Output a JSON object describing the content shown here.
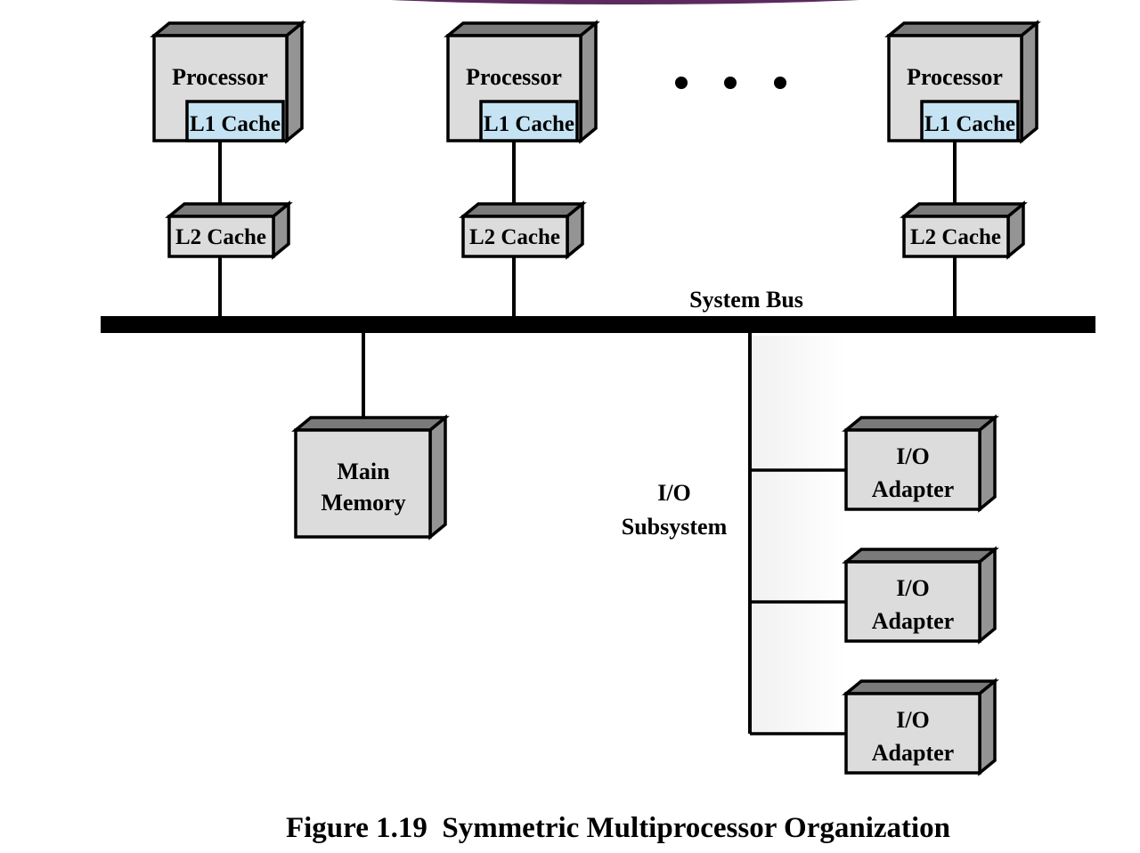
{
  "decor": {
    "top_ellipse": "partially visible purple ellipse at top edge"
  },
  "diagram": {
    "processors": [
      {
        "label": "Processor",
        "l1_label": "L1 Cache",
        "l2_label": "L2 Cache"
      },
      {
        "label": "Processor",
        "l1_label": "L1 Cache",
        "l2_label": "L2 Cache"
      },
      {
        "label": "Processor",
        "l1_label": "L1 Cache",
        "l2_label": "L2 Cache"
      }
    ],
    "ellipsis_dot_count": 3,
    "system_bus_label": "System Bus",
    "main_memory": {
      "line1": "Main",
      "line2": "Memory"
    },
    "io_subsystem": {
      "line1": "I/O",
      "line2": "Subsystem"
    },
    "io_adapters": [
      {
        "line1": "I/O",
        "line2": "Adapter"
      },
      {
        "line1": "I/O",
        "line2": "Adapter"
      },
      {
        "line1": "I/O",
        "line2": "Adapter"
      }
    ],
    "caption": "Figure 1.19  Symmetric Multiprocessor Organization"
  },
  "colors": {
    "box_front": "#dcdcdc",
    "box_top": "#7a7a7a",
    "box_side": "#949494",
    "l1_fill": "#c5e3f3",
    "bus": "#000000",
    "ellipse_purple": "#5c2a5e",
    "background": "#ffffff"
  }
}
